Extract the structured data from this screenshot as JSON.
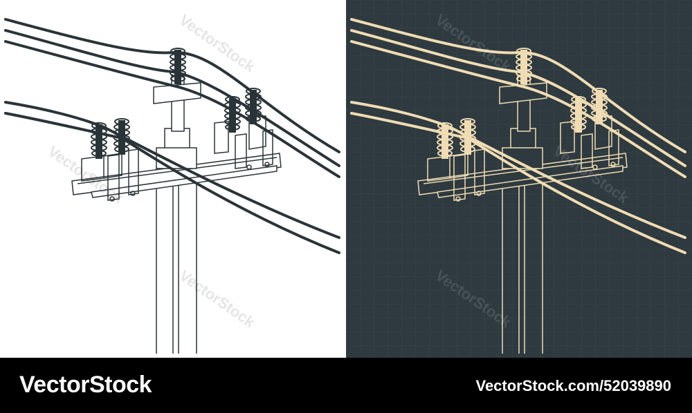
{
  "watermarks": {
    "text": "VectorStock"
  },
  "footer": {
    "brand": "VectorStock",
    "credit": "VectorStock.com/52039890"
  },
  "colors": {
    "left_background": "#ffffff",
    "left_ink": "#2a3438",
    "right_background": "#2e3a3f",
    "right_ink": "#f0dcb4",
    "grid": "#3a474c",
    "footer_background": "#000000",
    "footer_text": "#ffffff"
  },
  "icons": {
    "illustration": "utility-pole-with-insulators-and-wires"
  }
}
